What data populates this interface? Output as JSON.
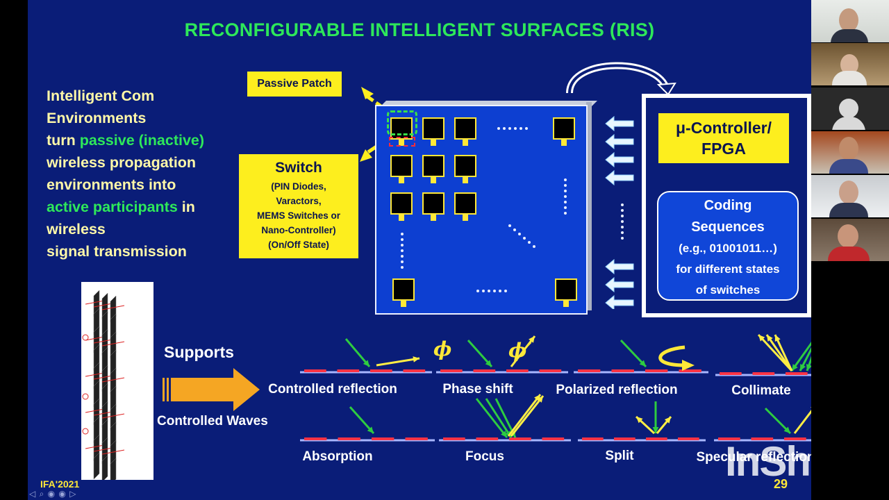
{
  "slide": {
    "title": "RECONFIGURABLE  INTELLIGENT SURFACES (RIS)",
    "bullets": [
      {
        "segments": [
          {
            "text": "Intelligent Com ",
            "green": false
          }
        ]
      },
      {
        "segments": [
          {
            "text": "Environments",
            "green": false
          }
        ]
      },
      {
        "segments": [
          {
            "text": "turn ",
            "green": false
          },
          {
            "text": "passive (inactive)",
            "green": true
          }
        ]
      },
      {
        "segments": [
          {
            "text": "wireless propagation",
            "green": false
          }
        ]
      },
      {
        "segments": [
          {
            "text": "environments into",
            "green": false
          }
        ]
      },
      {
        "segments": [
          {
            "text": "active participants",
            "green": true
          },
          {
            "text": " in",
            "green": false
          }
        ]
      },
      {
        "segments": [
          {
            "text": "wireless",
            "green": false
          }
        ]
      },
      {
        "segments": [
          {
            "text": "signal transmission",
            "green": false
          }
        ]
      }
    ],
    "passive_patch_label": "Passive Patch",
    "switch_title": "Switch",
    "switch_lines": [
      "(PIN Diodes,",
      "Varactors,",
      "MEMS Switches or",
      "Nano-Controller)",
      "(On/Off State)"
    ],
    "controller_label_line1": "μ-Controller/",
    "controller_label_line2": "FPGA",
    "coding_lines": [
      "Coding",
      "Sequences",
      "(e.g., 01001011…)",
      "for different states",
      "of switches"
    ],
    "supports_label": "Supports",
    "controlled_waves_label": "Controlled Waves",
    "functions": {
      "controlled_reflection": "Controlled reflection",
      "phase_shift": "Phase shift",
      "polarized_reflection": "Polarized reflection",
      "collimate": "Collimate",
      "absorption": "Absorption",
      "focus": "Focus",
      "split": "Split",
      "specular_reflection": "Specular reflection"
    },
    "phi_symbol": "ϕ",
    "phi_prime_symbol": "ϕ′",
    "footer_left": "IFA'2021",
    "page_number": "29",
    "watermark": "InShOt"
  },
  "colors": {
    "slide_bg": "#0a1d78",
    "title_green": "#2ee85a",
    "text_yellow": "#fff8a8",
    "box_yellow": "#fdee1e",
    "panel_blue": "#0d3fd1",
    "arrow_orange": "#f5a623",
    "incident_green": "#2ecc40",
    "reflect_yellow": "#ffee44"
  },
  "icons": [
    "nav-arrows-icon",
    "participant-video-tiles"
  ]
}
